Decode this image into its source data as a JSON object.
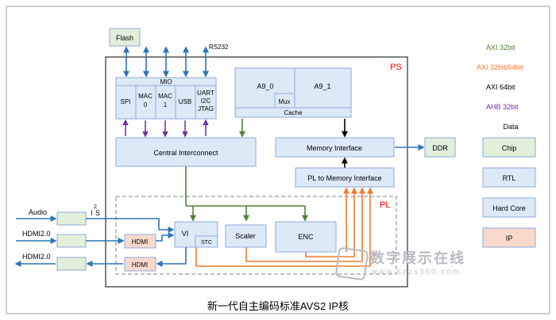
{
  "labels": {
    "flash": "Flash",
    "rs232": "RS232",
    "ps": "PS",
    "mio": "MIO",
    "spi": "SPI",
    "mac0_a": "MAC",
    "mac0_b": "0",
    "mac1_a": "MAC",
    "mac1_b": "1",
    "usb": "USB",
    "uart_a": "UART",
    "uart_b": "I2C",
    "uart_c": "JTAG",
    "a9_0": "A9_0",
    "a9_1": "A9_1",
    "mux": "Mux",
    "cache": "Cache",
    "central": "Central Interconnect",
    "memif": "Memory Interface",
    "ddr": "DDR",
    "pl2mem": "PL to Memory Interface",
    "pl": "PL",
    "audio": "Audio",
    "hdmi_in": "HDMI2.0",
    "hdmi_out": "HDMI2.0",
    "i2s_a": "I",
    "i2s_b": "2",
    "i2s_c": "S",
    "hdmi1": "HDMI",
    "hdmi2": "HDMI",
    "vi": "VI",
    "stc": "STC",
    "scaler": "Scaler",
    "enc": "ENC"
  },
  "legend": {
    "axi32": "AXI 32bit",
    "axi3264": "AXI 32bit/64bit",
    "axi64": "AXI 64bit",
    "ahb32": "AHB 32bit",
    "data": "Data",
    "chip": "Chip",
    "rtl": "RTL",
    "hardcore": "Hard Core",
    "ip": "IP"
  },
  "colors": {
    "chip_fill": "#e2efda",
    "rtl_fill": "#dce9f7",
    "ip_fill": "#f8d9cc",
    "green": "#548235",
    "orange": "#ed7d31",
    "black": "#000000",
    "purple": "#7030a0",
    "blue": "#2e75b6",
    "red": "#ff0000"
  },
  "watermark": {
    "title": "数字展示在线",
    "url": "www.szzs360.com"
  },
  "caption": "新一代自主编码标准AVS2 IP核"
}
